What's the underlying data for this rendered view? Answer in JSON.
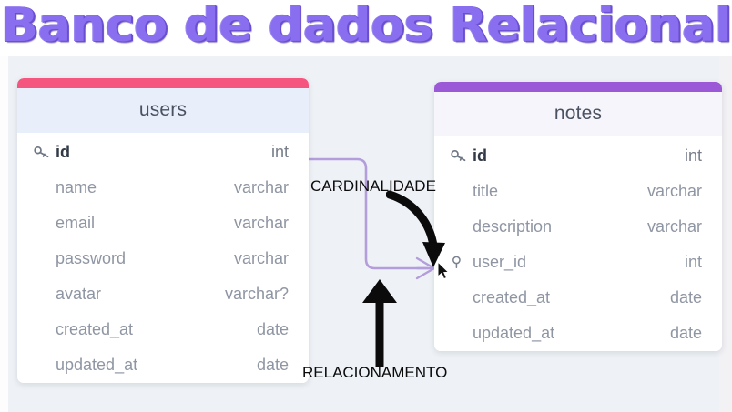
{
  "title": {
    "text": "Banco de dados Relacional",
    "color": "#8a6ef0"
  },
  "canvas": {
    "background": "#eef2f6"
  },
  "tables": [
    {
      "name": "users",
      "accent_color": "#f5567f",
      "header_background": "#e8eefa",
      "columns": [
        {
          "icon": "key-icon",
          "name": "id",
          "type": "int",
          "primary_key": true
        },
        {
          "icon": "",
          "name": "name",
          "type": "varchar",
          "primary_key": false
        },
        {
          "icon": "",
          "name": "email",
          "type": "varchar",
          "primary_key": false
        },
        {
          "icon": "",
          "name": "password",
          "type": "varchar",
          "primary_key": false
        },
        {
          "icon": "",
          "name": "avatar",
          "type": "varchar?",
          "primary_key": false
        },
        {
          "icon": "",
          "name": "created_at",
          "type": "date",
          "primary_key": false
        },
        {
          "icon": "",
          "name": "updated_at",
          "type": "date",
          "primary_key": false
        }
      ]
    },
    {
      "name": "notes",
      "accent_color": "#9b59d8",
      "header_background": "#f7f5fc",
      "columns": [
        {
          "icon": "key-icon",
          "name": "id",
          "type": "int",
          "primary_key": true
        },
        {
          "icon": "",
          "name": "title",
          "type": "varchar",
          "primary_key": false
        },
        {
          "icon": "",
          "name": "description",
          "type": "varchar",
          "primary_key": false
        },
        {
          "icon": "foreign-key-icon",
          "name": "user_id",
          "type": "int",
          "primary_key": false
        },
        {
          "icon": "",
          "name": "created_at",
          "type": "date",
          "primary_key": false
        },
        {
          "icon": "",
          "name": "updated_at",
          "type": "date",
          "primary_key": false
        }
      ]
    }
  ],
  "relationship": {
    "from": "users.id",
    "to": "notes.user_id",
    "line_color": "#b39ddb",
    "cardinality_marker": "crow-foot-many"
  },
  "annotations": [
    {
      "label": "CARDINALIDADE",
      "arrow": "curved-arrow-down-right"
    },
    {
      "label": "RELACIONAMENTO",
      "arrow": "straight-arrow-up"
    }
  ]
}
